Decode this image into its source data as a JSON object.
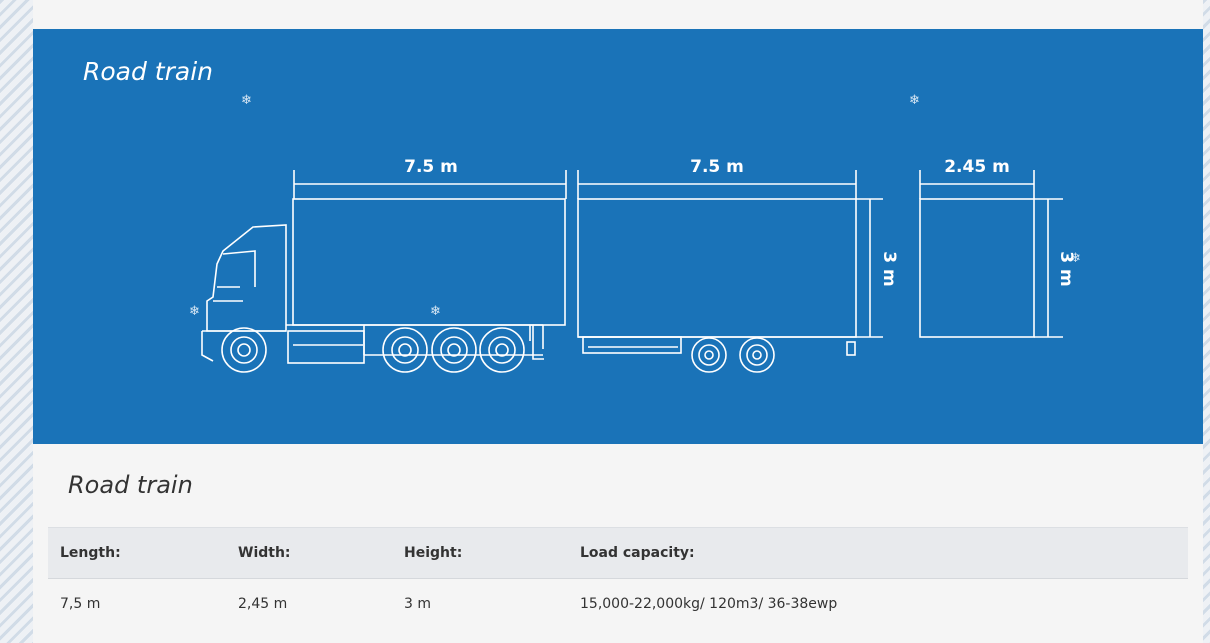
{
  "hero": {
    "title": "Road train",
    "dimensions": {
      "truck_length": "7.5 m",
      "trailer_length": "7.5 m",
      "width": "2.45 m",
      "height_side": "3 m",
      "height_end": "3 m"
    },
    "decoration_icon": "snowflake-icon",
    "colors": {
      "background": "#1a73b8",
      "lines": "#ffffff"
    }
  },
  "section": {
    "title": "Road train"
  },
  "specs": {
    "headers": [
      "Length:",
      "Width:",
      "Height:",
      "Load capacity:"
    ],
    "values": [
      "7,5 m",
      "2,45 m",
      "3 m",
      "15,000-22,000kg/ 120m3/ 36-38ewp"
    ]
  }
}
